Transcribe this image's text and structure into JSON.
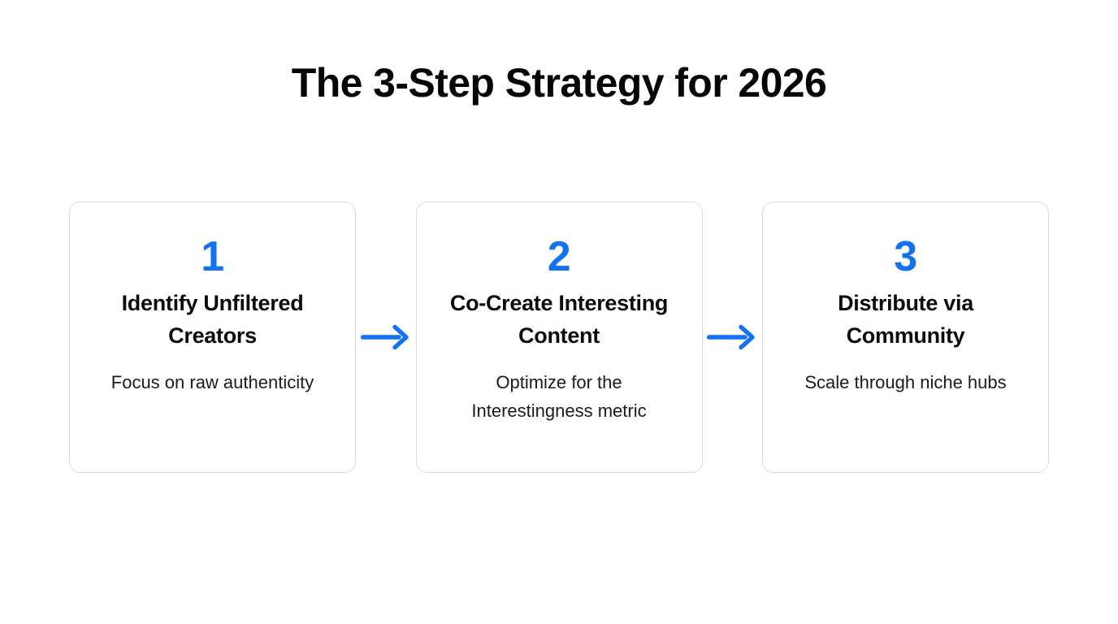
{
  "slide": {
    "title": "The 3-Step Strategy for 2026",
    "background_color": "#ffffff",
    "accent_color": "#1272ef",
    "heading_color": "#0c0c0c",
    "body_color": "#1b1b1b",
    "card_border_color": "#dadce0"
  },
  "steps": [
    {
      "number": "1",
      "heading": "Identify Unfiltered Creators",
      "body": "Focus on raw authenticity"
    },
    {
      "number": "2",
      "heading": "Co-Create Interesting Content",
      "body": "Optimize for the Interestingness metric"
    },
    {
      "number": "3",
      "heading": "Distribute via Community",
      "body": "Scale through niche hubs"
    }
  ],
  "connectors": [
    {
      "name": "arrow-right-icon"
    },
    {
      "name": "arrow-right-icon"
    }
  ]
}
